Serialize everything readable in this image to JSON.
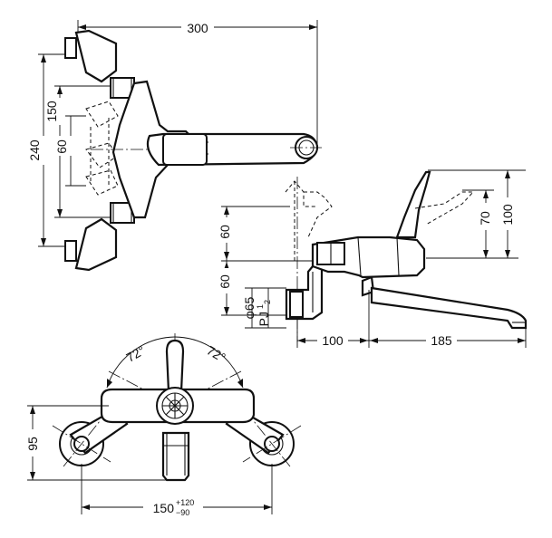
{
  "dimensions": {
    "top_width": "300",
    "left_total_height": "240",
    "left_spacing": "150",
    "left_small": "60",
    "side_upper": "60",
    "side_lower": "60",
    "pipe_diameter": "φ65",
    "pipe_thread": "PJ",
    "pipe_thread_fraction_num": "1",
    "pipe_thread_fraction_den": "2",
    "handle_height_70": "70",
    "handle_height_100": "100",
    "side_width_100": "100",
    "spout_length_185": "185",
    "handle_angle_left": "72°",
    "handle_angle_right": "72°",
    "front_height_95": "95",
    "front_width_base": "150",
    "front_tol_plus": "+120",
    "front_tol_minus": "−90"
  }
}
